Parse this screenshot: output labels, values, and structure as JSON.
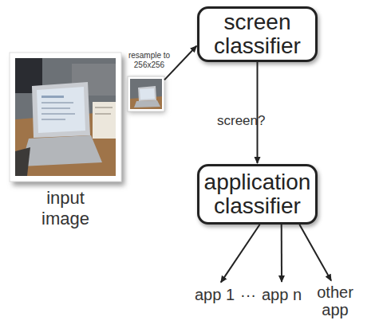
{
  "diagram": {
    "nodes": [
      {
        "text": [
          "input image"
        ]
      },
      {
        "text": [
          "resample to 256x256"
        ]
      },
      {
        "text": [
          "screen classifier"
        ]
      },
      {
        "text": [
          "application classifier"
        ]
      },
      {
        "text": [
          "app 1"
        ]
      },
      {
        "text": [
          "app n"
        ]
      },
      {
        "text": [
          "other app"
        ]
      }
    ],
    "edges": [
      {
        "from": 1,
        "to": 2,
        "arrow": "to"
      },
      {
        "from": 2,
        "to": 3,
        "label": "screen?",
        "arrow": "to"
      },
      {
        "from": 3,
        "to": 4,
        "arrow": "to"
      },
      {
        "from": 3,
        "to": 5,
        "arrow": "to"
      },
      {
        "from": 3,
        "to": 6,
        "arrow": "to"
      }
    ],
    "labels": [
      "···"
    ]
  }
}
